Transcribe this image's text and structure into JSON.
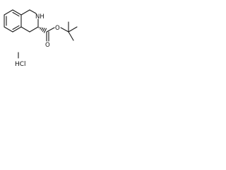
{
  "molecule": {
    "amine_label": "NH",
    "ester_oxygen_label": "O",
    "carbonyl_oxygen_label": "O",
    "salt_label": "HCl",
    "stereo_wedge": "hashed"
  },
  "colors": {
    "ink": "#1a1a1a",
    "background": "#ffffff"
  }
}
